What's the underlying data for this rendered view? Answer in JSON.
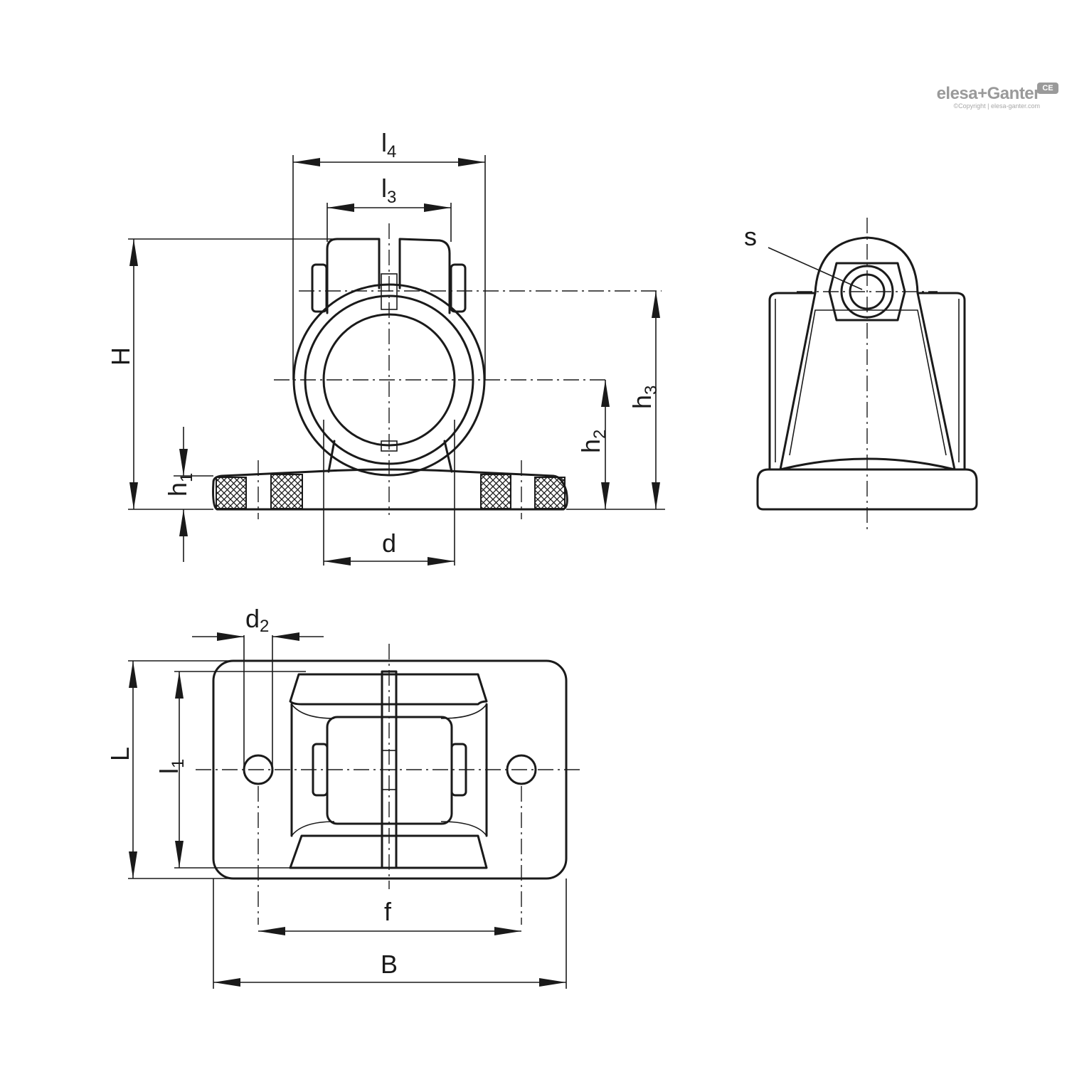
{
  "brand": {
    "name": "elesa+Ganter",
    "copyright": "©Copyright | elesa-ganter.com",
    "mark": "CE"
  },
  "labels": {
    "l4": {
      "main": "l",
      "sub": "4"
    },
    "l3": {
      "main": "l",
      "sub": "3"
    },
    "H": {
      "main": "H"
    },
    "h1": {
      "main": "h",
      "sub": "1"
    },
    "h2": {
      "main": "h",
      "sub": "2"
    },
    "h3": {
      "main": "h",
      "sub": "3"
    },
    "d": {
      "main": "d"
    },
    "s": {
      "main": "s"
    },
    "d2": {
      "main": "d",
      "sub": "2"
    },
    "L": {
      "main": "L"
    },
    "l1": {
      "main": "l",
      "sub": "1"
    },
    "f": {
      "main": "f"
    },
    "B": {
      "main": "B"
    }
  }
}
